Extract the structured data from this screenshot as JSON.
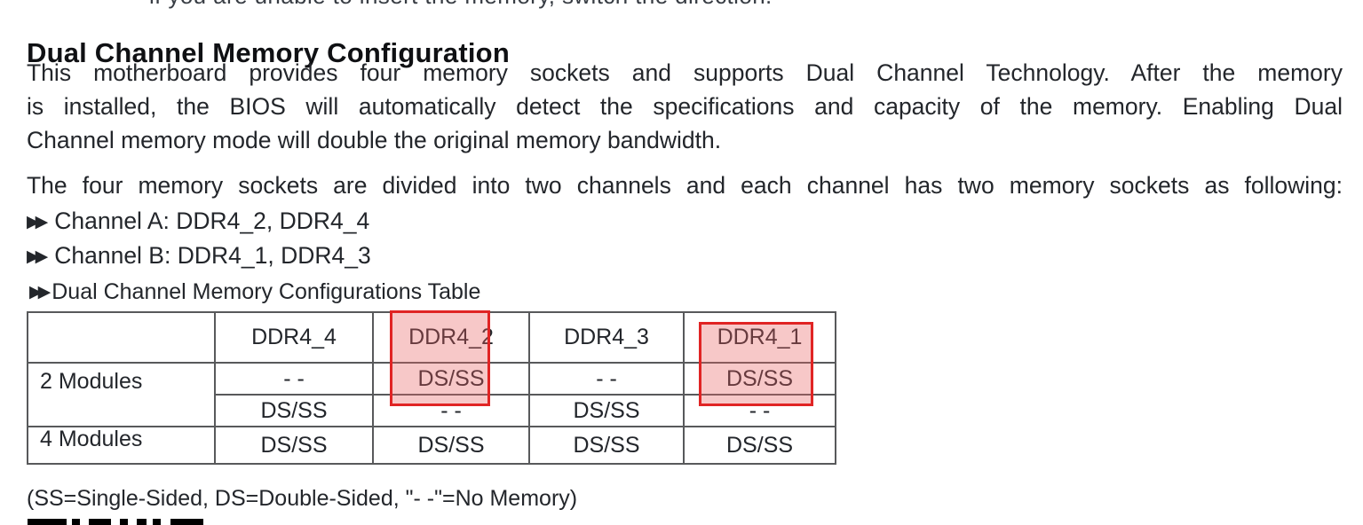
{
  "page": {
    "clipped_top_line": "if you are unable to insert the memory, switch the direction.",
    "heading": "Dual Channel Memory Configuration",
    "paragraph_lines": [
      "This motherboard provides four memory sockets and supports Dual Channel Technology. After the memory",
      "is installed, the BIOS will automatically detect the specifications and capacity of the memory. Enabling Dual",
      "Channel memory mode will double the original memory bandwidth."
    ],
    "sockets_line": "The four memory sockets are divided into two channels and each channel has two memory sockets as following:",
    "bullet_marker": "▶▶",
    "bullets": [
      "Channel A: DDR4_2, DDR4_4",
      "Channel B: DDR4_1, DDR4_3"
    ],
    "table_caption": "Dual Channel Memory Configurations Table"
  },
  "table": {
    "headers": [
      "",
      "DDR4_4",
      "DDR4_2",
      "DDR4_3",
      "DDR4_1"
    ],
    "rows": [
      {
        "label": "2 Modules",
        "cells": [
          "- -",
          "DS/SS",
          "- -",
          "DS/SS"
        ]
      },
      {
        "label": "",
        "cells": [
          "DS/SS",
          "- -",
          "DS/SS",
          "- -"
        ]
      },
      {
        "label": "4 Modules",
        "cells": [
          "DS/SS",
          "DS/SS",
          "DS/SS",
          "DS/SS"
        ]
      }
    ],
    "legend": "(SS=Single-Sided, DS=Double-Sided, \"- -\"=No Memory)",
    "highlight": {
      "highlighted_sockets": [
        "DDR4_2",
        "DDR4_1"
      ],
      "fill_color": "rgba(232,96,96,0.35)",
      "border_color": "#e02424"
    }
  }
}
